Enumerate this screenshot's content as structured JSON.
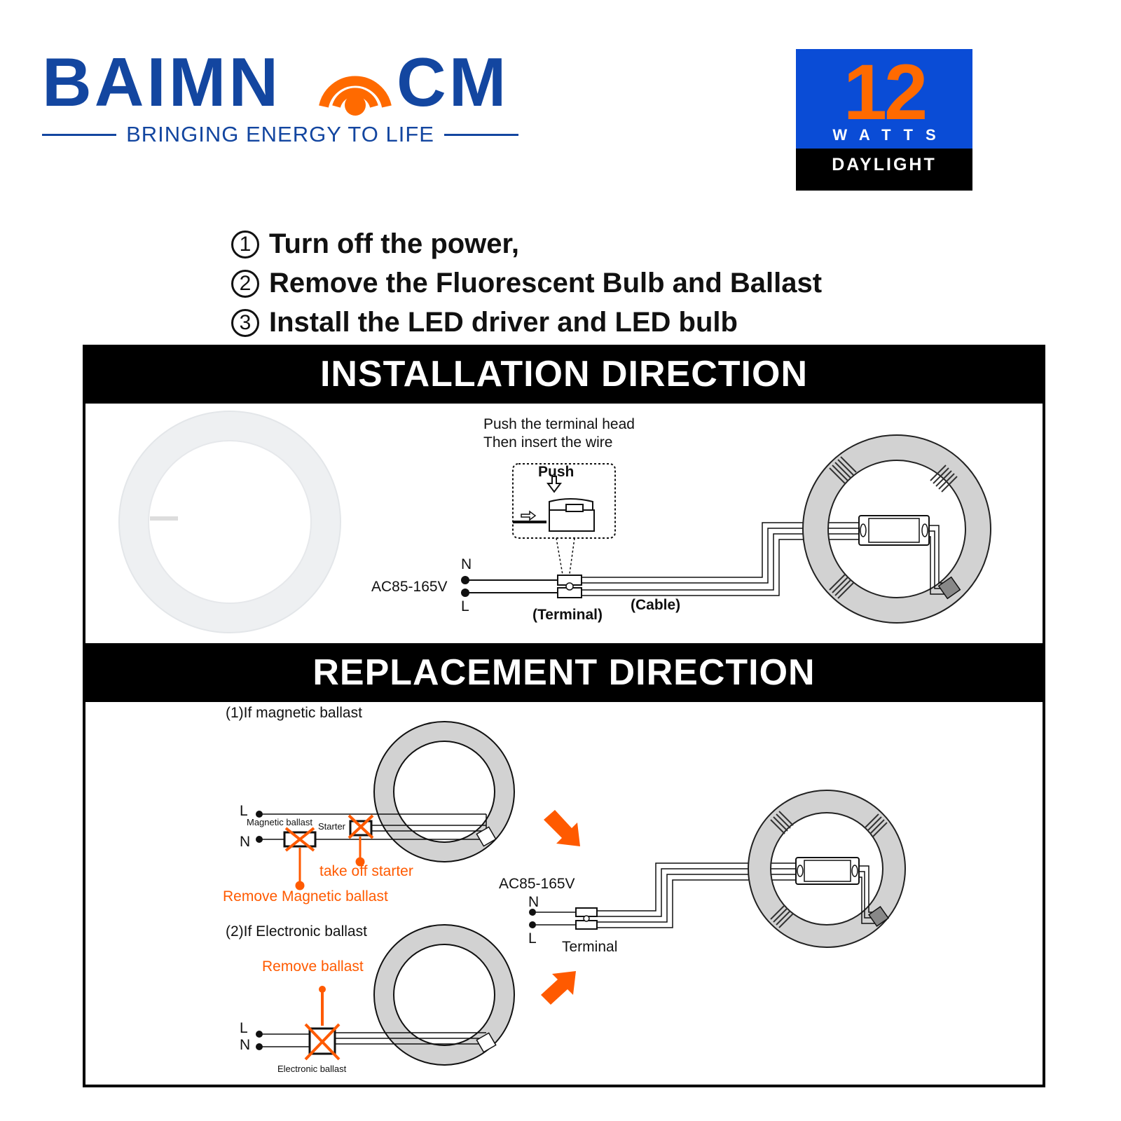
{
  "brand": {
    "name_part1": "BAIMN",
    "name_part2": "CM",
    "tagline": "BRINGING ENERGY TO LIFE",
    "color": "#1346a0",
    "accent": "#ff6a00"
  },
  "badge": {
    "wattage": "12",
    "unit": "WATTS",
    "color_temp": "DAYLIGHT"
  },
  "steps": [
    {
      "marker": "1",
      "text": "Turn off the power,"
    },
    {
      "marker": "2",
      "text": "Remove the Fluorescent Bulb and Ballast"
    },
    {
      "marker": "3",
      "text": "Install the LED driver and LED bulb"
    }
  ],
  "installation": {
    "title": "INSTALLATION DIRECTION",
    "instruction_line1": "Push the terminal head",
    "instruction_line2": "Then insert the wire",
    "push_label": "Push",
    "voltage": "AC85-165V",
    "neutral": "N",
    "live": "L",
    "terminal_label": "(Terminal)",
    "cable_label": "(Cable)"
  },
  "replacement": {
    "title": "REPLACEMENT DIRECTION",
    "case1_title": "(1)If magnetic ballast",
    "case1_live": "L",
    "case1_neutral": "N",
    "magnetic_ballast_label": "Magnetic ballast",
    "starter_label": "Starter",
    "take_off_starter": "take off starter",
    "remove_magnetic_ballast": "Remove Magnetic ballast",
    "case2_title": "(2)If Electronic ballast",
    "remove_ballast": "Remove ballast",
    "case2_live": "L",
    "case2_neutral": "N",
    "electronic_ballast_label": "Electronic ballast",
    "voltage": "AC85-165V",
    "neutral": "N",
    "live": "L",
    "terminal_label": "Terminal"
  },
  "colors": {
    "ring_gray": "#cfcfcf",
    "highlight_orange": "#ff5a00",
    "badge_blue": "#0a4cd6"
  }
}
